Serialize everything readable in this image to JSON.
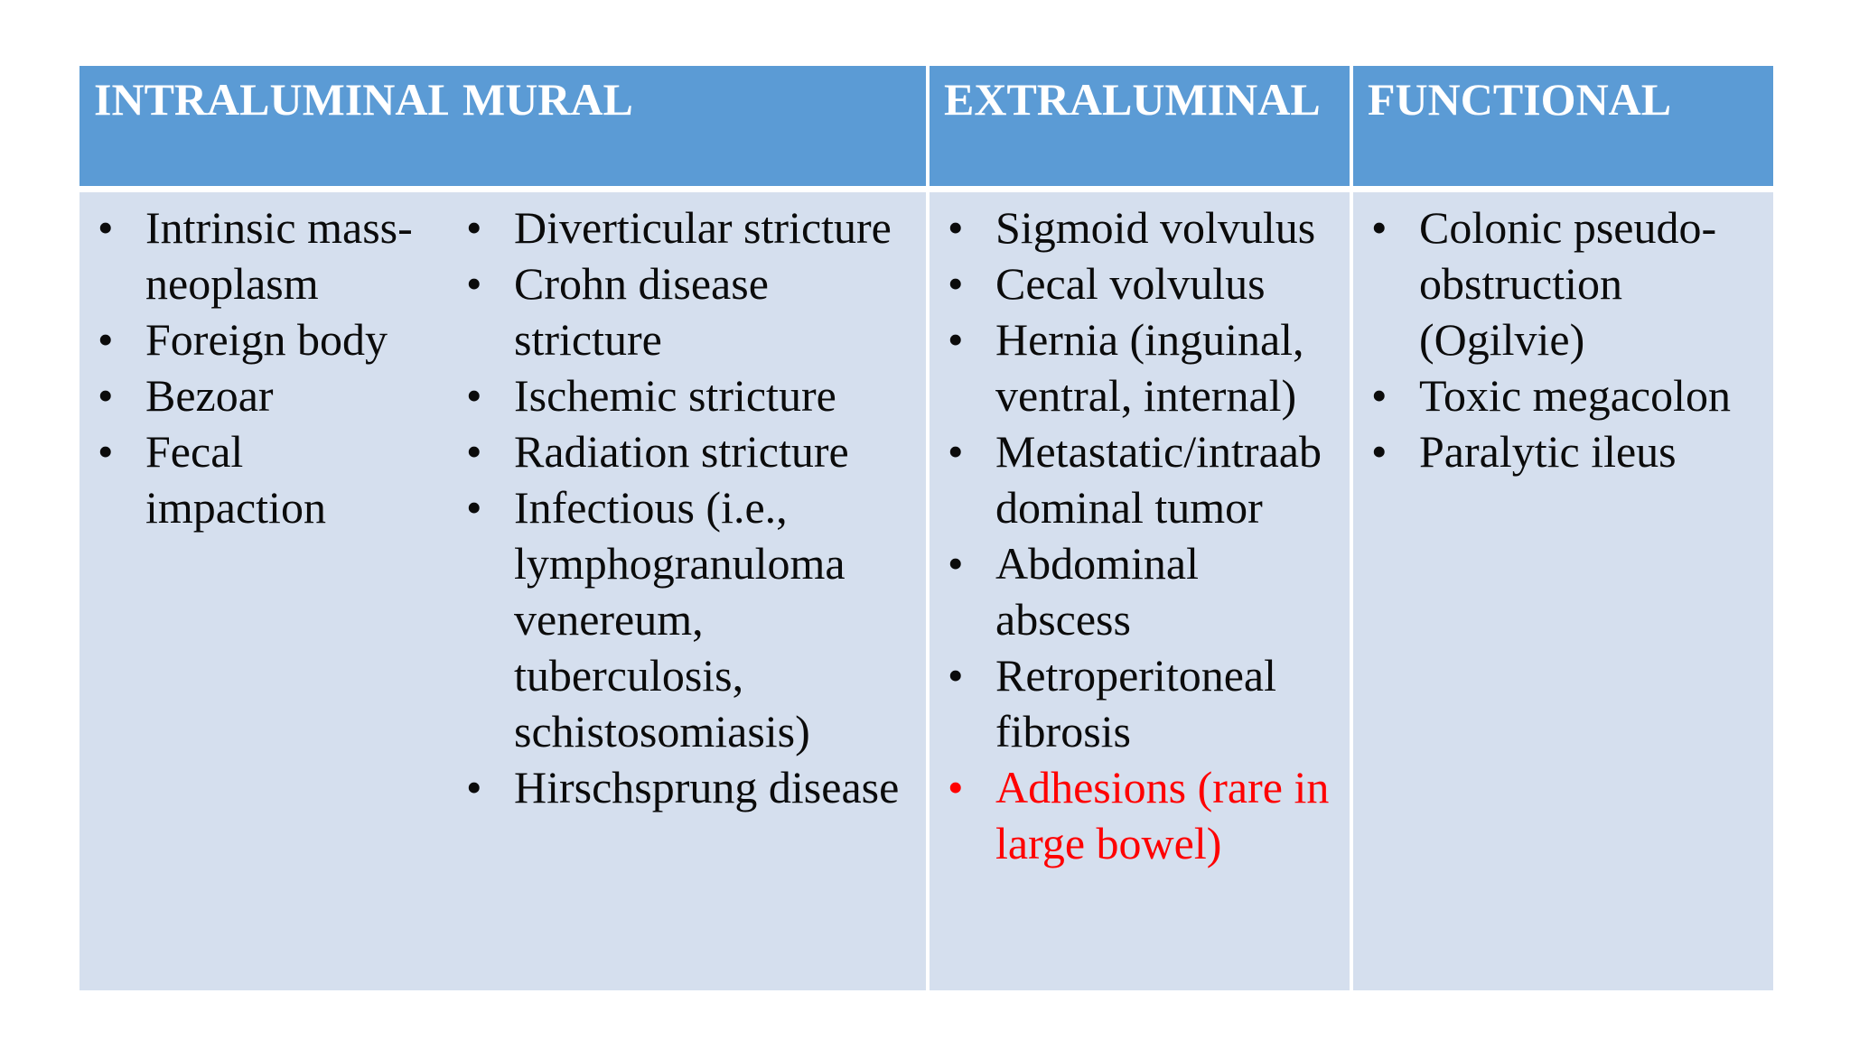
{
  "page": {
    "background_color": "#ffffff"
  },
  "table": {
    "style": {
      "header_bg": "#5b9bd5",
      "header_text_color": "#ffffff",
      "body_bg": "#d5dfee",
      "body_text_color": "#0b0b0b",
      "highlight_color": "#ff0000",
      "bullet_char": "•"
    },
    "columns": [
      {
        "header": "INTRALUMINAL",
        "items": [
          {
            "text": "Intrinsic mass-\nneoplasm"
          },
          {
            "text": "Foreign body"
          },
          {
            "text": "Bezoar"
          },
          {
            "text": "Fecal\nimpaction"
          }
        ]
      },
      {
        "header": "MURAL",
        "items": [
          {
            "text": "Diverticular stricture"
          },
          {
            "text": "Crohn disease\nstricture"
          },
          {
            "text": "Ischemic stricture"
          },
          {
            "text": "Radiation stricture"
          },
          {
            "text": "Infectious (i.e.,\nlymphogranuloma\nvenereum,\ntuberculosis,\nschistosomiasis)"
          },
          {
            "text": "Hirschsprung disease"
          }
        ]
      },
      {
        "header": "EXTRALUMINAL",
        "items": [
          {
            "text": "Sigmoid volvulus"
          },
          {
            "text": "Cecal volvulus"
          },
          {
            "text": "Hernia (inguinal,\nventral, internal)"
          },
          {
            "text": "Metastatic/intraab\ndominal tumor"
          },
          {
            "text": "Abdominal\nabscess"
          },
          {
            "text": "Retroperitoneal\nfibrosis"
          },
          {
            "text": "Adhesions (rare in\nlarge bowel)",
            "highlight": true
          }
        ]
      },
      {
        "header": "FUNCTIONAL",
        "items": [
          {
            "text": "Colonic pseudo-\nobstruction\n(Ogilvie)"
          },
          {
            "text": "Toxic megacolon"
          },
          {
            "text": "Paralytic ileus"
          }
        ]
      }
    ]
  }
}
